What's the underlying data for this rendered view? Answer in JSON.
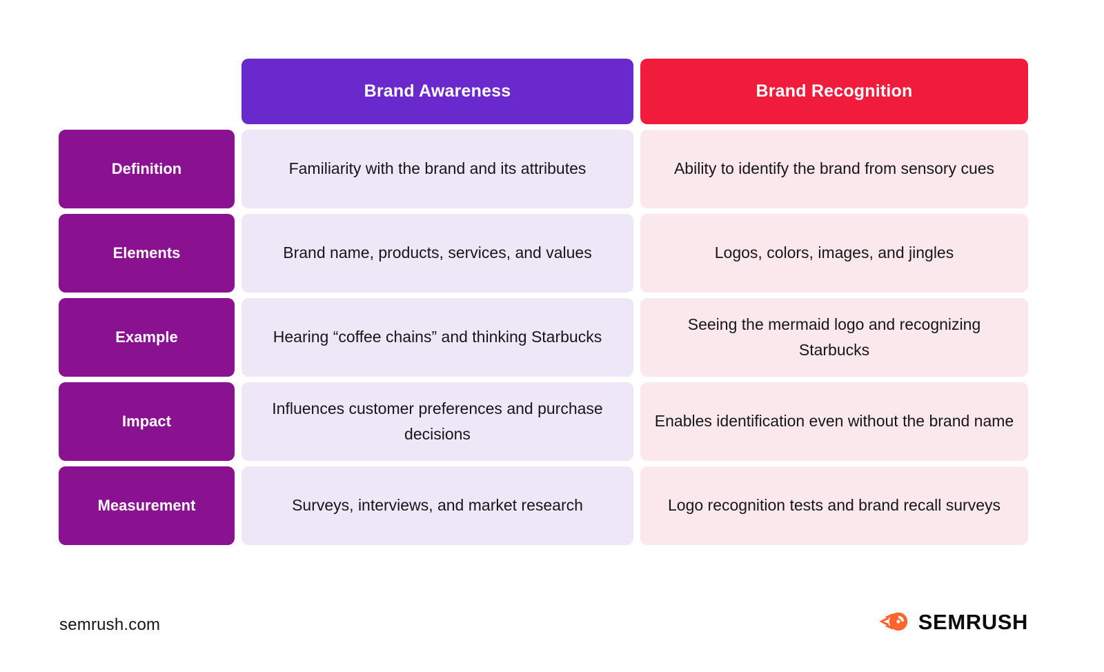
{
  "table": {
    "columns": [
      {
        "key": "label",
        "label": ""
      },
      {
        "key": "awareness",
        "label": "Brand Awareness",
        "color": "#6A29CC"
      },
      {
        "key": "recognition",
        "label": "Brand Recognition",
        "color": "#F11B3B"
      }
    ],
    "rows": [
      {
        "label": "Definition",
        "awareness": "Familiarity with the brand and its attributes",
        "recognition": "Ability to identify the brand from sensory cues"
      },
      {
        "label": "Elements",
        "awareness": "Brand name, products, services, and values",
        "recognition": "Logos, colors, images, and jingles"
      },
      {
        "label": "Example",
        "awareness": "Hearing “coffee chains” and thinking Starbucks",
        "recognition": "Seeing the mermaid logo and recognizing Starbucks"
      },
      {
        "label": "Impact",
        "awareness": "Influences customer preferences and purchase decisions",
        "recognition": "Enables identification even without the brand name"
      },
      {
        "label": "Measurement",
        "awareness": "Surveys, interviews, and market research",
        "recognition": "Logo recognition tests and brand recall surveys"
      }
    ]
  },
  "footer": {
    "site_url": "semrush.com",
    "logo_word": "SEMRUSH",
    "logo_icon": "semrush-comet-icon",
    "logo_color": "#FF642D"
  },
  "colors": {
    "header_awareness": "#6A29CC",
    "header_recognition": "#F11B3B",
    "row_label": "#8A1190",
    "cell_awareness": "#EDE7F7",
    "cell_recognition": "#FBE8EC",
    "text_dark": "#16161A",
    "background": "#FFFFFF"
  }
}
